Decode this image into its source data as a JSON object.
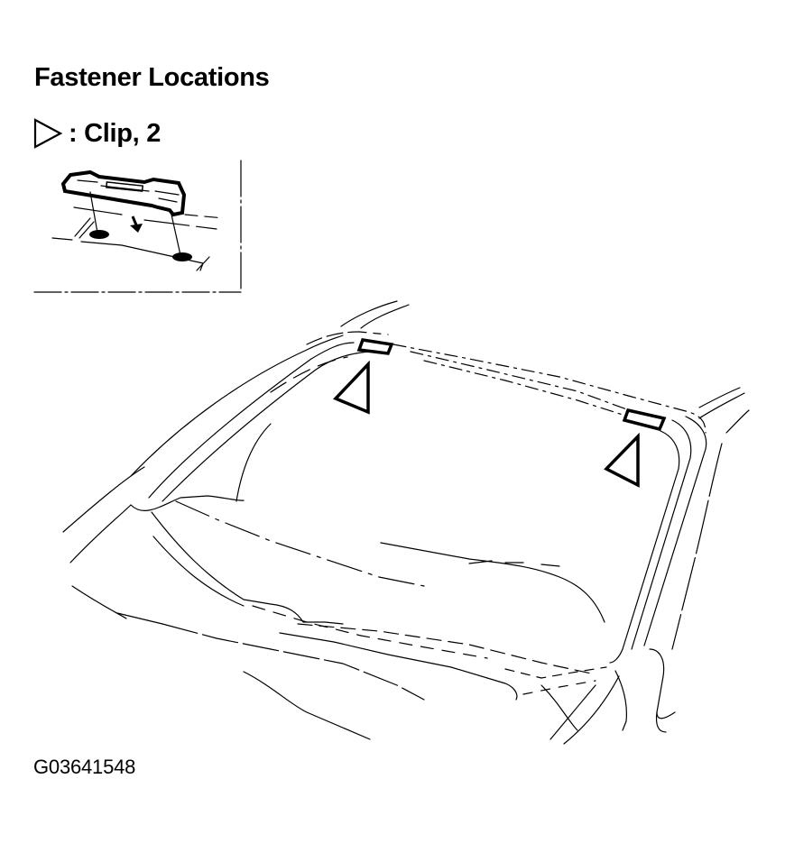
{
  "header": {
    "title": "Fastener Locations"
  },
  "legend": {
    "symbol": "triangle-outline",
    "label": ": Clip, 2"
  },
  "figure": {
    "id": "G03641548",
    "inset": "clip-detail",
    "main": "windshield-roof-molding",
    "clip_markers": 2
  },
  "colors": {
    "ink": "#000000",
    "background": "#ffffff"
  }
}
